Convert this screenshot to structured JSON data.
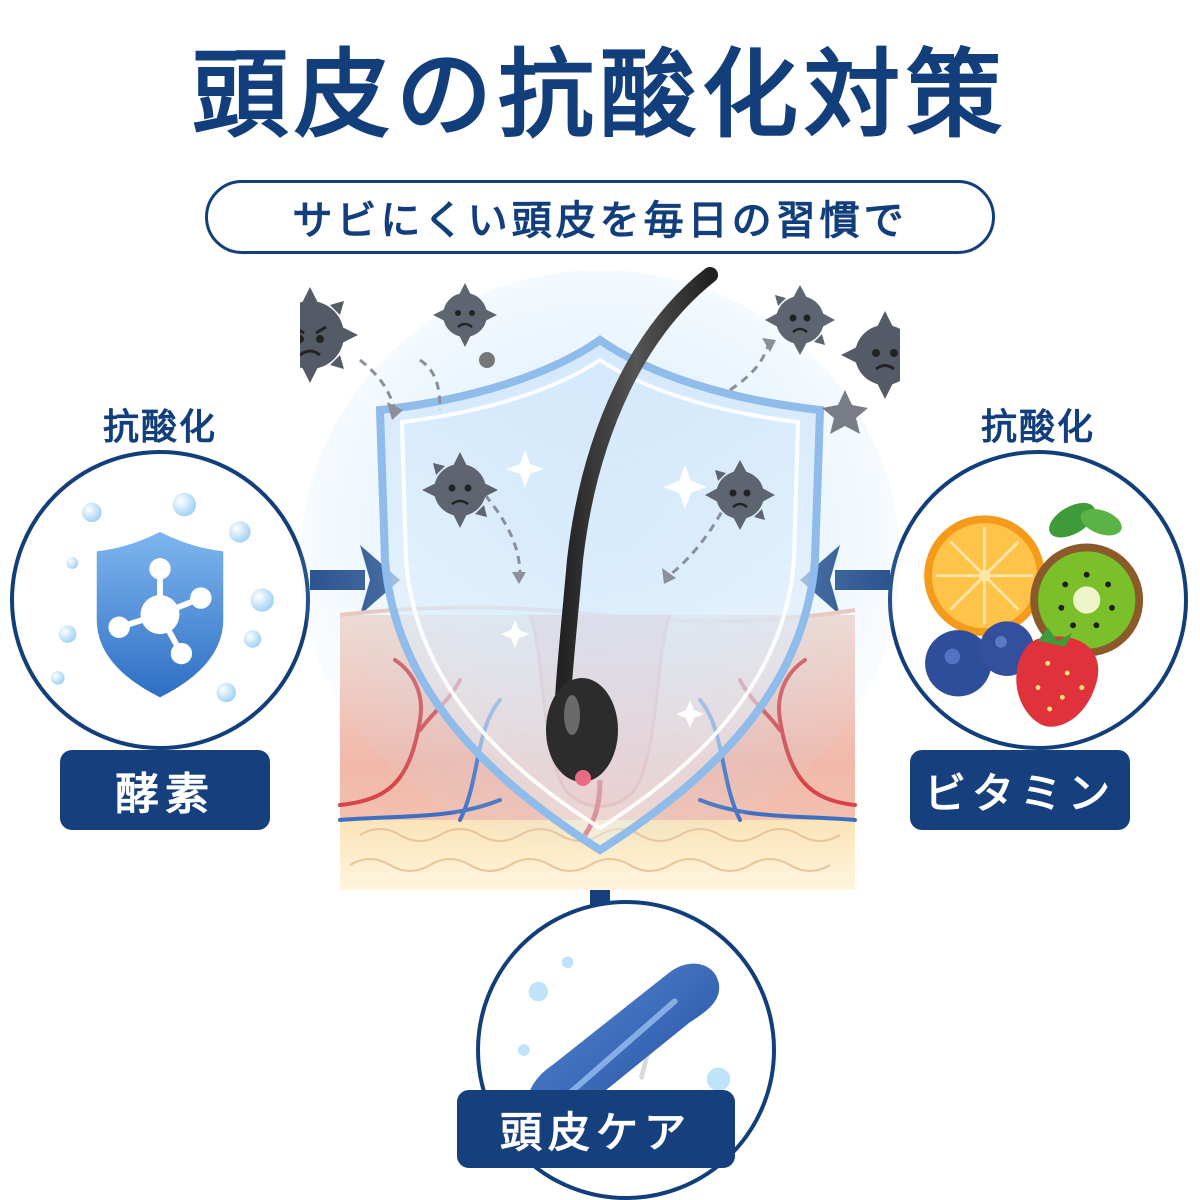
{
  "title": "頭皮の抗酸化対策",
  "subtitle": "サビにくい頭皮を毎日の習慣で",
  "left": {
    "caption": "抗酸化",
    "badge": "酵素",
    "icon": "molecule-shield-icon"
  },
  "right": {
    "caption": "抗酸化",
    "badge": "ビタミン",
    "icon": "fruits-icon"
  },
  "bottom": {
    "badge": "頭皮ケア",
    "icon": "scalp-brush-icon"
  },
  "colors": {
    "navy": "#123e7c",
    "badge": "#163f7e"
  }
}
